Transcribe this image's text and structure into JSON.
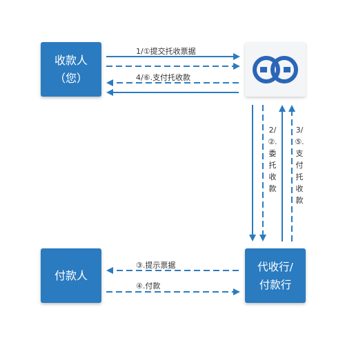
{
  "nodes": {
    "payee": {
      "line1": "收款人",
      "line2": "（您）"
    },
    "payer": {
      "line1": "付款人"
    },
    "bank": {
      "line1": "代收行/",
      "line2": "付款行"
    }
  },
  "edges": {
    "submit": "1/①提交托收票据",
    "pay_collection": "4/⑥.支付托收款",
    "entrust": "2/②.委托收款",
    "pay_back": "3/⑤.支付托收款",
    "present": "③.提示票据",
    "payment": "④.付款"
  },
  "colors": {
    "primary": "#2a7bc0",
    "arrow": "#2a7bc0",
    "logo_bg": "#f4f5f7"
  },
  "icons": {
    "bank_logo": "linked-rings-logo-icon"
  }
}
